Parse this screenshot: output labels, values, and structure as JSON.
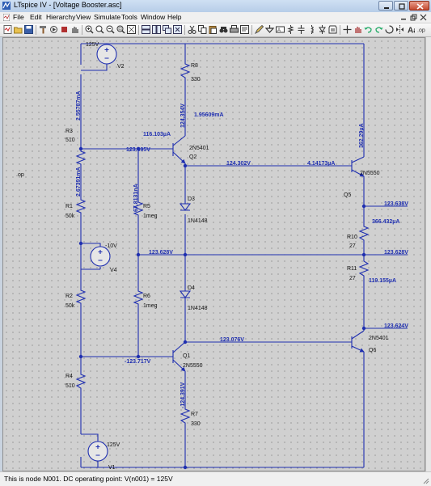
{
  "window": {
    "title": "LTspice IV - [Voltage Booster.asc]"
  },
  "menu": [
    "File",
    "Edit",
    "Hierarchy",
    "View",
    "Simulate",
    "Tools",
    "Window",
    "Help"
  ],
  "status": {
    "text": "This is node N001.  DC operating point: V(n001) = 125V"
  },
  "directive": ".op",
  "components": {
    "V2": {
      "name": "V2",
      "value": "125V"
    },
    "V4": {
      "name": "V4",
      "value": "-10V"
    },
    "V1": {
      "name": "V1",
      "value": "125V"
    },
    "R3": {
      "name": "R3",
      "value": "510"
    },
    "R1": {
      "name": "R1",
      "value": "50k"
    },
    "R2": {
      "name": "R2",
      "value": "50k"
    },
    "R4": {
      "name": "R4",
      "value": "510"
    },
    "R5": {
      "name": "R5",
      "value": "1meg"
    },
    "R6": {
      "name": "R6",
      "value": "1meg"
    },
    "R8": {
      "name": "R8",
      "value": "330"
    },
    "R7": {
      "name": "R7",
      "value": "330"
    },
    "R10": {
      "name": "R10",
      "value": "27"
    },
    "R11": {
      "name": "R11",
      "value": "27"
    },
    "Q2": {
      "name": "Q2",
      "model": "2N5401"
    },
    "Q1": {
      "name": "Q1",
      "model": "2N5550"
    },
    "Q5": {
      "name": "Q5",
      "model": "2N5550"
    },
    "Q6": {
      "name": "Q6",
      "model": "2N5401"
    },
    "D3": {
      "name": "D3",
      "model": "1N4148"
    },
    "D4": {
      "name": "D4",
      "model": "1N4148"
    }
  },
  "annotations": {
    "i_r3": "2.55787mA",
    "i_r1": "2.67391mA",
    "i_r8": "124.354V",
    "i_q2c": "1.95609mA",
    "i_q2b": "116.103µA",
    "v_q2b": "123.695V",
    "i_r5": "67.8131nA",
    "v_q2e": "124.302V",
    "i_q5b": "4.14173µA",
    "i_q5c": "362.29µA",
    "v_out1": "123.638V",
    "i_r10": "366.432µA",
    "v_mid": "123.628V",
    "v_out2": "123.628V",
    "i_r11": "119.155µA",
    "v_q6": "123.624V",
    "v_q1e": "123.076V",
    "v_q1b": "-123.717V",
    "v_r7": "-124.391V"
  }
}
